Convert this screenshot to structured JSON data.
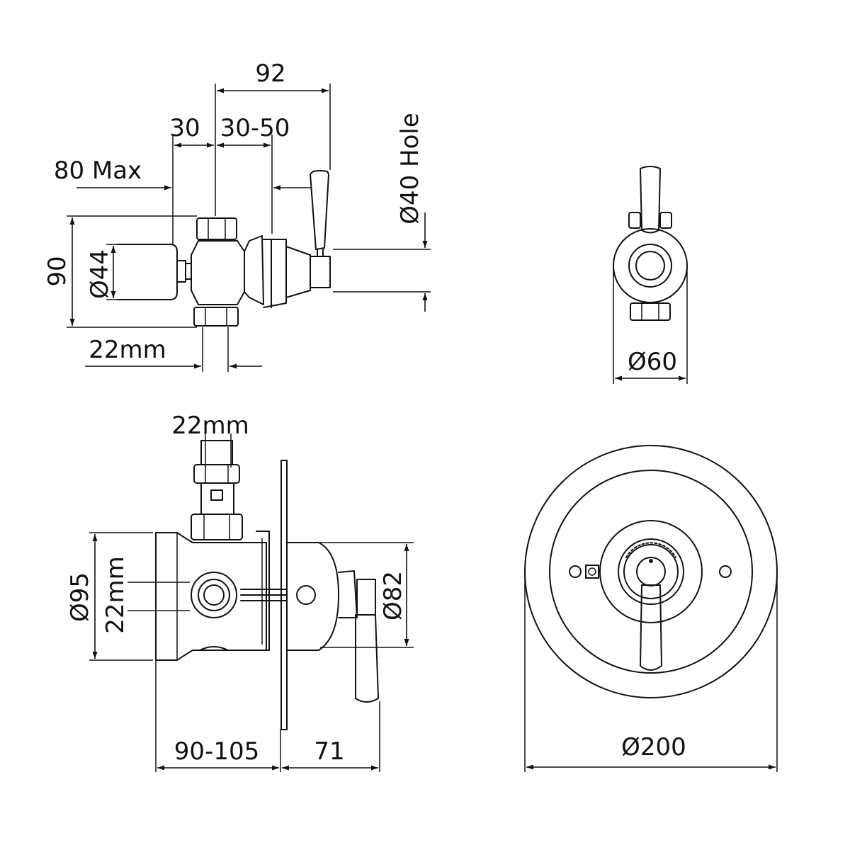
{
  "top_side_view": {
    "dim_92": "92",
    "dim_30": "30",
    "dim_30_50": "30-50",
    "dim_80_max": "80 Max",
    "dim_hole": "Ø40 Hole",
    "dim_90": "90",
    "dim_44": "Ø44",
    "dim_22mm": "22mm"
  },
  "top_front_view": {
    "dim_60": "Ø60"
  },
  "bottom_side_view": {
    "dim_22mm_top": "22mm",
    "dim_95": "Ø95",
    "dim_22mm_side": "22mm",
    "dim_82": "Ø82",
    "dim_90_105": "90-105",
    "dim_71": "71"
  },
  "bottom_front_view": {
    "dim_200": "Ø200"
  },
  "colors": {
    "line": "#111111",
    "background": "#ffffff"
  }
}
